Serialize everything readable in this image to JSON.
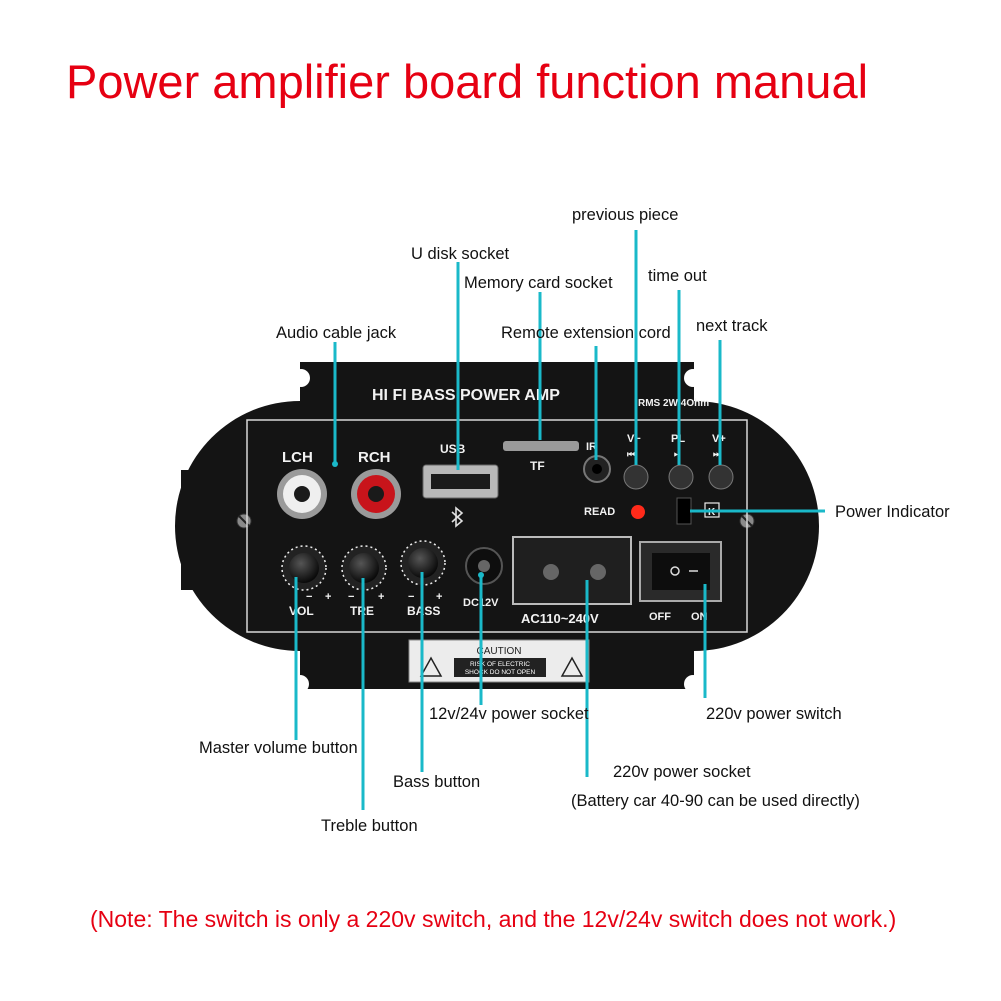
{
  "title": "Power amplifier board function manual",
  "note": "(Note: The switch is only a 220v switch, and the 12v/24v switch does not work.)",
  "callouts": {
    "previous_piece": "previous piece",
    "u_disk_socket": "U disk socket",
    "time_out": "time out",
    "memory_card_socket": "Memory card socket",
    "audio_cable_jack": "Audio cable jack",
    "remote_extension_cord": "Remote extension cord",
    "next_track": "next track",
    "power_indicator": "Power Indicator",
    "power_socket_12v24v": "12v/24v power socket",
    "power_switch_220v": "220v power switch",
    "master_volume_button": "Master volume button",
    "bass_button": "Bass button",
    "power_socket_220v": "220v power socket",
    "battery_note": "(Battery car 40-90 can be used directly)",
    "treble_button": "Treble button"
  },
  "board": {
    "header": "HI FI BASS POWER AMP",
    "rating": "RMS 2W 4Ohm",
    "lch": "LCH",
    "rch": "RCH",
    "usb": "USB",
    "tf": "TF",
    "ir": "IR",
    "v_minus": "V−",
    "pl": "PL",
    "v_plus": "V+",
    "read": "READ",
    "k": "K",
    "vol": "VOL",
    "tre": "TRE",
    "bass": "BASS",
    "dc12v": "DC12V",
    "ac_rating": "AC110~240V",
    "off": "OFF",
    "on": "ON",
    "caution": "CAUTION",
    "caution_line1": "RISK OF ELECTRIC",
    "caution_line2": "SHOCK DO NOT OPEN"
  },
  "colors": {
    "title_red": "#e60012",
    "leader_cyan": "#1ab9c9",
    "board_black": "#141414",
    "rca_red": "#c8141b"
  }
}
